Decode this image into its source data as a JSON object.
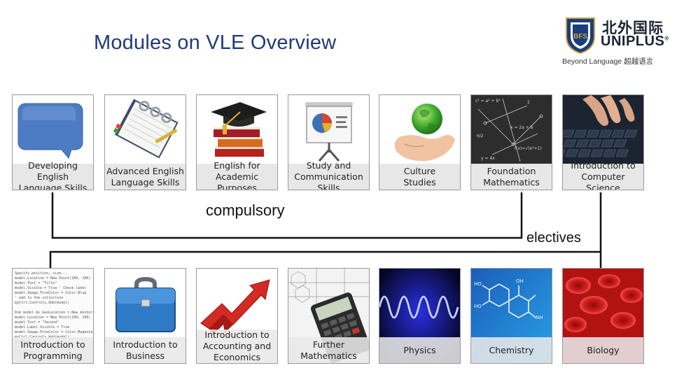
{
  "title": "Modules on VLE Overview",
  "logo": {
    "chinese": "北外国际",
    "english": "UNIPLUS",
    "registered": "®",
    "tagline": "Beyond Language 超越语言",
    "shield_text": "BFS"
  },
  "labels": {
    "compulsory": "compulsory",
    "electives": "electives"
  },
  "top_modules": [
    {
      "label": "Developing English\nLanguage Skills",
      "icon": "speech-bubble-icon"
    },
    {
      "label": "Advanced English\nLanguage Skills",
      "icon": "binder-icon"
    },
    {
      "label": "English for\nAcademic Purposes",
      "icon": "books-graduation-cap-icon"
    },
    {
      "label": "Study and\nCommunication Skills",
      "icon": "presentation-board-icon"
    },
    {
      "label": "Culture\nStudies",
      "icon": "globe-in-hands-icon"
    },
    {
      "label": "Foundation\nMathematics",
      "icon": "chalkboard-math-icon"
    },
    {
      "label": "Introduction to\nComputer Science",
      "icon": "keyboard-hands-icon"
    }
  ],
  "bottom_modules": [
    {
      "label": "Introduction to\nProgramming",
      "icon": "code-listing-icon"
    },
    {
      "label": "Introduction to\nBusiness",
      "icon": "briefcase-icon"
    },
    {
      "label": "Introduction to\nAccounting and\nEconomics",
      "icon": "rising-arrow-icon"
    },
    {
      "label": "Further\nMathematics",
      "icon": "calculator-icon"
    },
    {
      "label": "Physics",
      "icon": "wave-icon"
    },
    {
      "label": "Chemistry",
      "icon": "molecule-icon"
    },
    {
      "label": "Biology",
      "icon": "blood-cells-icon"
    }
  ]
}
